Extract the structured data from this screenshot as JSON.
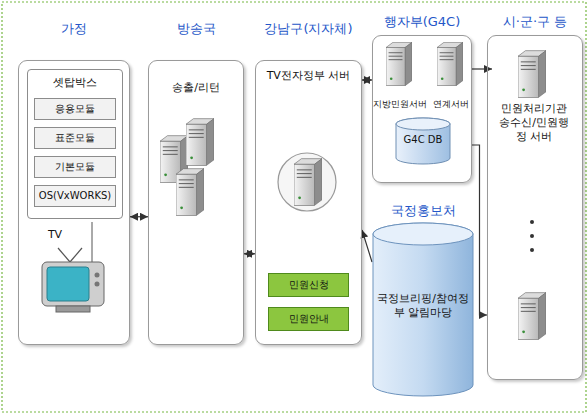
{
  "diagram": {
    "nodes": [
      {
        "text": [
          "가정"
        ]
      },
      {
        "text": [
          "셋탑박스"
        ],
        "in": 0
      },
      {
        "text": [
          "응용모듈"
        ],
        "in": 1
      },
      {
        "text": [
          "표준모듈"
        ],
        "in": 1
      },
      {
        "text": [
          "기본모듈"
        ],
        "in": 1
      },
      {
        "text": [
          "OS(VxWORKS)"
        ],
        "in": 1
      },
      {
        "text": [
          "방송국",
          "송출/리턴"
        ]
      },
      {
        "text": [
          "강남구(지자체)",
          "TV전자정부 서버"
        ]
      },
      {
        "text": [
          "민원신청"
        ],
        "in": 7
      },
      {
        "text": [
          "민원안내"
        ],
        "in": 7
      },
      {
        "text": [
          "행자부(G4C)"
        ]
      },
      {
        "text": [
          "시·군·구 등"
        ]
      },
      {
        "text": [
          "민원처리기관 송수신/민원행정 서버"
        ],
        "in": 11
      },
      {
        "text": [
          "국정홍보처",
          "국정브리핑/참여정부 알림마당"
        ]
      }
    ],
    "edges": [
      {
        "from": 0,
        "to": 6,
        "arrow": "both"
      },
      {
        "from": 6,
        "to": 7,
        "arrow": "both"
      },
      {
        "from": 7,
        "to": 10,
        "arrow": "both"
      },
      {
        "from": 10,
        "to": 12,
        "arrow": "to"
      },
      {
        "from": 10,
        "to": 11,
        "arrow": "to"
      },
      {
        "from": 13,
        "to": 7,
        "arrow": "to"
      }
    ],
    "labels": [
      "TV",
      "지방민원서버",
      "연계서버",
      "G4C DB"
    ]
  }
}
